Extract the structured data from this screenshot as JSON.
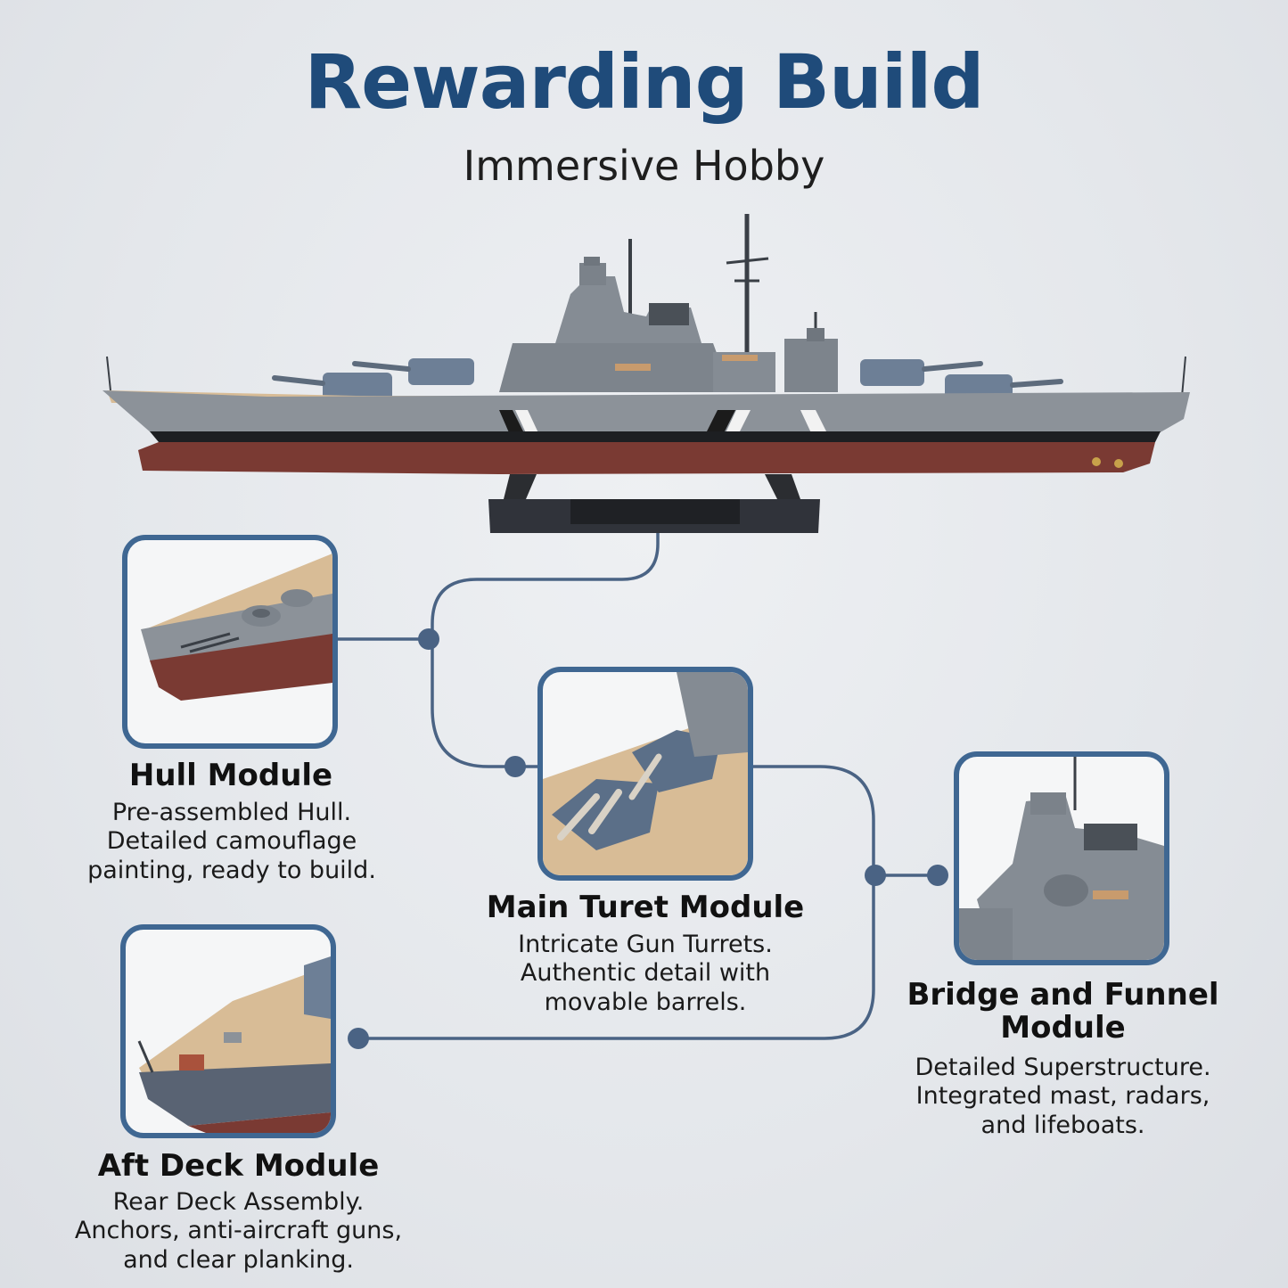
{
  "header": {
    "title": "Rewarding Build",
    "subtitle": "Immersive Hobby"
  },
  "colors": {
    "title": "#1f4b7a",
    "frame": "#3f6792",
    "connector": "#4a6384",
    "hull_gray": "#8c9299",
    "hull_red": "#7a3a33",
    "deck": "#d8bc96"
  },
  "modules": {
    "hull": {
      "title": "Hull Module",
      "desc": [
        "Pre-assembled Hull.",
        "Detailed camouflage",
        "painting, ready to build."
      ]
    },
    "turret": {
      "title": "Main Turet Module",
      "desc": [
        "Intricate Gun Turrets.",
        "Authentic detail with",
        "movable barrels."
      ]
    },
    "bridge": {
      "title_lines": [
        "Bridge and Funnel",
        "Module"
      ],
      "desc": [
        "Detailed Superstructure.",
        "Integrated mast, radars,",
        "and lifeboats."
      ]
    },
    "aft": {
      "title": "Aft Deck Module",
      "desc": [
        "Rear Deck Assembly.",
        "Anchors, anti-aircraft guns,",
        "and clear planking."
      ]
    }
  }
}
